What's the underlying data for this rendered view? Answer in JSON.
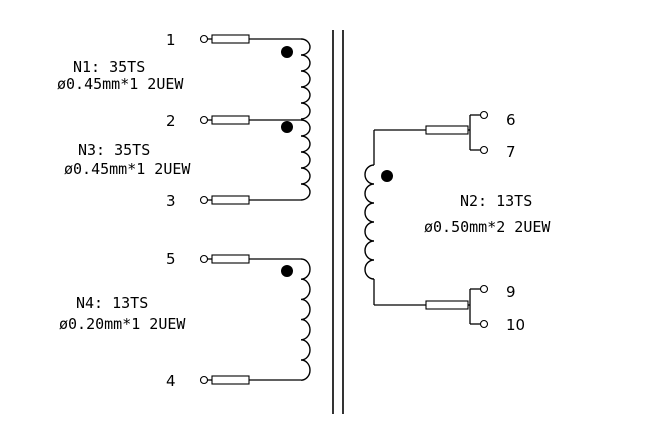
{
  "windings": {
    "n1": {
      "turns": "N1: 35TS",
      "wire": "ø0.45mm*1  2UEW"
    },
    "n3": {
      "turns": "N3: 35TS",
      "wire": "ø0.45mm*1  2UEW"
    },
    "n4": {
      "turns": "N4: 13TS",
      "wire": "ø0.20mm*1  2UEW"
    },
    "n2": {
      "turns": "N2: 13TS",
      "wire": "ø0.50mm*2  2UEW"
    }
  },
  "pins": {
    "p1": "1",
    "p2": "2",
    "p3": "3",
    "p4": "4",
    "p5": "5",
    "p6": "6",
    "p7": "7",
    "p9": "9",
    "p10": "10"
  }
}
